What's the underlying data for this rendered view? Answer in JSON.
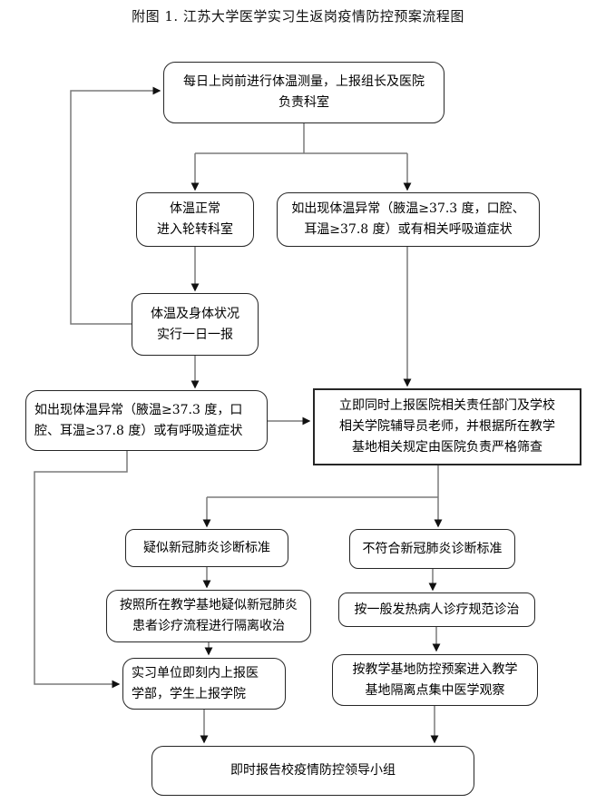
{
  "title": "附图 1. 江苏大学医学实习生返岗疫情防控预案流程图",
  "colors": {
    "connector": "#7a7a7a",
    "arrowhead": "#111111",
    "box_border": "#262626",
    "background": "#ffffff"
  },
  "nodes": {
    "daily": {
      "text": "每日上岗前进行体温测量，上报组长及医院\n负责科室"
    },
    "normal": {
      "text": "体温正常\n进入轮转科室"
    },
    "abnormal1": {
      "text": "如出现体温异常（腋温≥37.3 度，口腔、\n耳温≥37.8 度）或有相关呼吸道症状"
    },
    "report_daily": {
      "text": "体温及身体状况\n实行一日一报"
    },
    "abnormal2": {
      "text": "如出现体温异常（腋温≥37.3 度，口\n腔、耳温≥37.8 度）或有呼吸道症状"
    },
    "immediate": {
      "text": "立即同时上报医院相关责任部门及学校\n相关学院辅导员老师，并根据所在教学\n基地相关规定由医院负责严格筛查"
    },
    "suspected": {
      "text": "疑似新冠肺炎诊断标准"
    },
    "not_match": {
      "text": "不符合新冠肺炎诊断标准"
    },
    "isolate": {
      "text": "按照所在教学基地疑似新冠肺炎\n患者诊疗流程进行隔离收治"
    },
    "fever": {
      "text": "按一般发热病人诊疗规范诊治"
    },
    "unit_report": {
      "text": "实习单位即刻内上报医\n学部，学生上报学院"
    },
    "observe": {
      "text": "按教学基地防控预案进入教学\n基地隔离点集中医学观察"
    },
    "final": {
      "text": "即时报告校疫情防控领导小组"
    }
  },
  "edges": [
    {
      "from": "daily",
      "to": "normal"
    },
    {
      "from": "daily",
      "to": "abnormal1"
    },
    {
      "from": "normal",
      "to": "report_daily"
    },
    {
      "from": "report_daily",
      "to": "daily"
    },
    {
      "from": "report_daily",
      "to": "abnormal2"
    },
    {
      "from": "abnormal1",
      "to": "immediate"
    },
    {
      "from": "abnormal2",
      "to": "immediate"
    },
    {
      "from": "abnormal2",
      "to": "unit_report"
    },
    {
      "from": "immediate",
      "to": "suspected"
    },
    {
      "from": "immediate",
      "to": "not_match"
    },
    {
      "from": "suspected",
      "to": "isolate"
    },
    {
      "from": "not_match",
      "to": "fever"
    },
    {
      "from": "isolate",
      "to": "unit_report"
    },
    {
      "from": "fever",
      "to": "observe"
    },
    {
      "from": "unit_report",
      "to": "final"
    },
    {
      "from": "observe",
      "to": "final"
    }
  ]
}
